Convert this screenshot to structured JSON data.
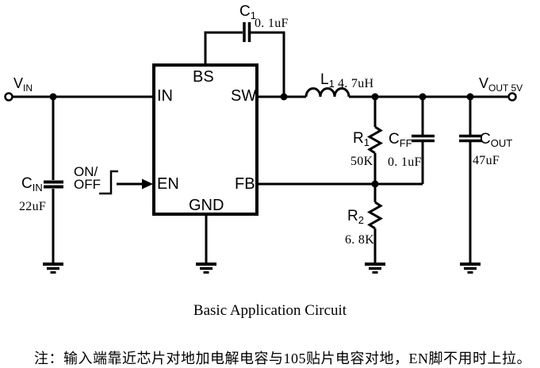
{
  "title": "Basic Application Circuit",
  "note": "注：输入端靠近芯片对地加电解电容与105贴片电容对地，EN脚不用时上拉。",
  "colors": {
    "wire": "#000000",
    "background": "#ffffff"
  },
  "ic": {
    "pins": {
      "bs": "BS",
      "in": "IN",
      "sw": "SW",
      "en": "EN",
      "fb": "FB",
      "gnd": "GND"
    }
  },
  "terminals": {
    "vin": {
      "main": "V",
      "sub": "IN"
    },
    "vout": {
      "main": "V",
      "sub": "OUT 5V"
    }
  },
  "control": {
    "line1": "ON/",
    "line2": "OFF"
  },
  "components": {
    "c1": {
      "ref_main": "C",
      "ref_sub": "1",
      "value": "0. 1uF"
    },
    "cin": {
      "ref_main": "C",
      "ref_sub": "IN",
      "value": "22uF"
    },
    "l1": {
      "ref_main": "L",
      "ref_sub": "1",
      "value": "4. 7uH"
    },
    "r1": {
      "ref_main": "R",
      "ref_sub": "1",
      "value": "50K"
    },
    "r2": {
      "ref_main": "R",
      "ref_sub": "2",
      "value": "6. 8K"
    },
    "cff": {
      "ref_main": "C",
      "ref_sub": "FF",
      "value": "0. 1uF"
    },
    "cout": {
      "ref_main": "C",
      "ref_sub": "OUT",
      "value": "47uF"
    }
  },
  "icons": {
    "ground": "ground-symbol",
    "junction": "junction-dot",
    "terminal": "open-terminal-circle",
    "enable_edge": "rising-edge-icon",
    "enable_arrow": "arrow-right-icon"
  }
}
